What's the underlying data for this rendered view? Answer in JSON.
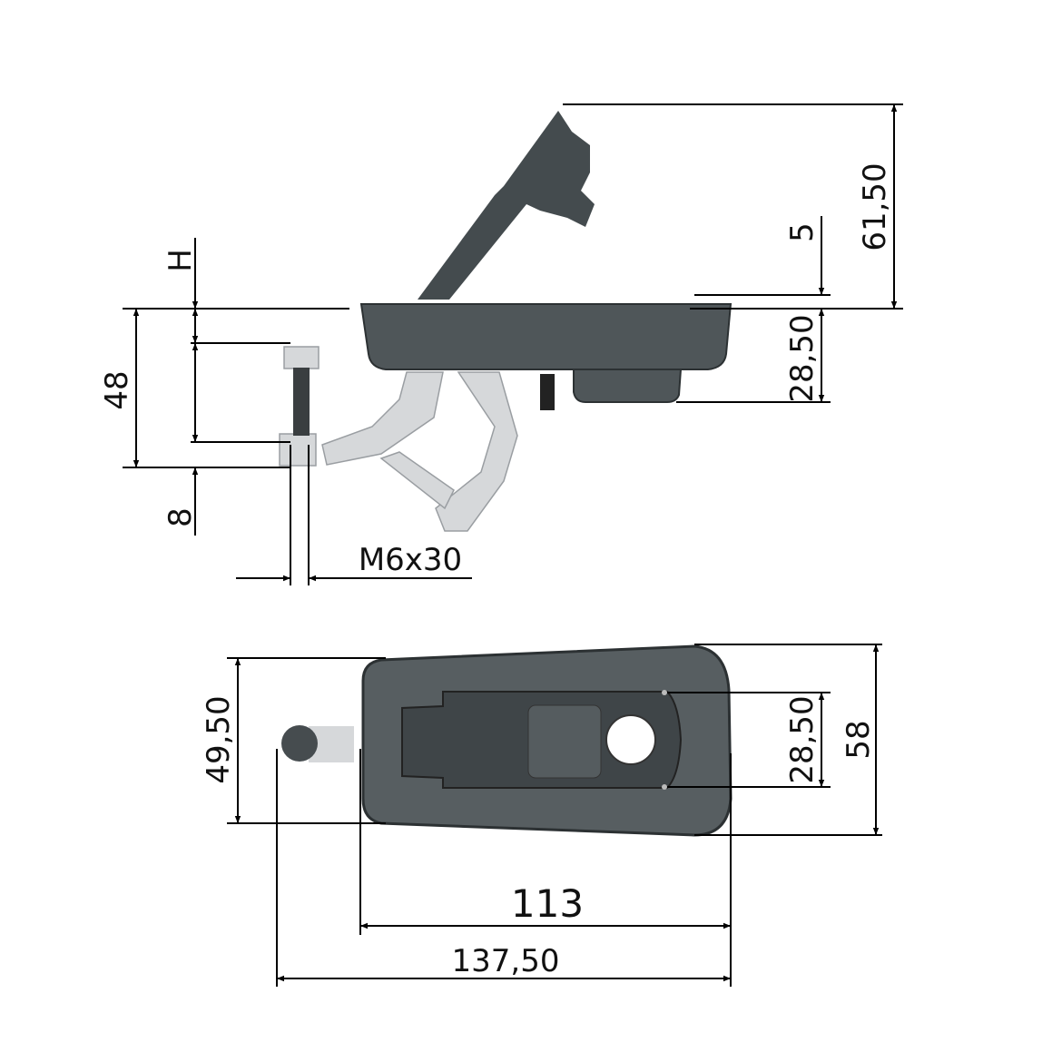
{
  "colors": {
    "part_dark": "#4c5356",
    "part_light": "#d6d8da",
    "line": "#000000"
  },
  "side_view": {
    "dimensions": {
      "total_height": "61,50",
      "lid_offset": "5",
      "body_depth": "28,50",
      "h_label": "H",
      "bracket_height": "48",
      "bracket_offset": "8",
      "screw": "M6x30"
    }
  },
  "top_view": {
    "dimensions": {
      "height_with_tab": "49,50",
      "hole_spacing": "28,50",
      "height": "58",
      "length": "113",
      "total_length": "137,50"
    }
  }
}
